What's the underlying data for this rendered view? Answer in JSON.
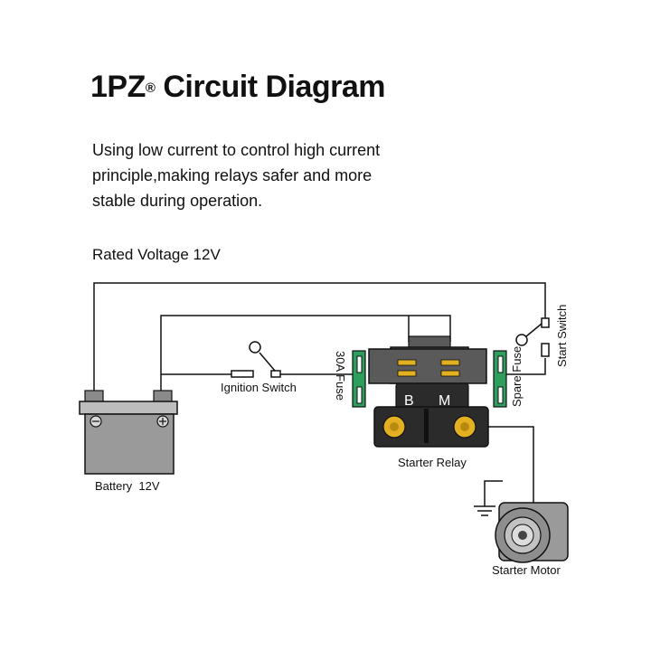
{
  "title": {
    "brand": "1PZ",
    "registered": "®",
    "rest": " Circuit Diagram"
  },
  "description": "Using low current to control high current principle,making relays safer and more stable during operation.",
  "rated_voltage": "Rated Voltage 12V",
  "labels": {
    "ignition_switch": "Ignition Switch",
    "fuse_30a": "30A Fuse",
    "spare_fuse": "Spare Fuse",
    "start_switch": "Start Switch",
    "battery": "Battery  12V",
    "starter_relay": "Starter Relay",
    "starter_motor": "Starter Motor",
    "terminal_b": "B",
    "terminal_m": "M"
  },
  "battery_polarity": {
    "negative": "−",
    "positive": "+"
  },
  "colors": {
    "wire": "#111111",
    "fuse_green": "#2e9e5c",
    "relay_dark": "#2b2b2b",
    "relay_body": "#5a5a5a",
    "terminal_gold": "#e3b021",
    "battery_gray": "#9a9a9a"
  }
}
